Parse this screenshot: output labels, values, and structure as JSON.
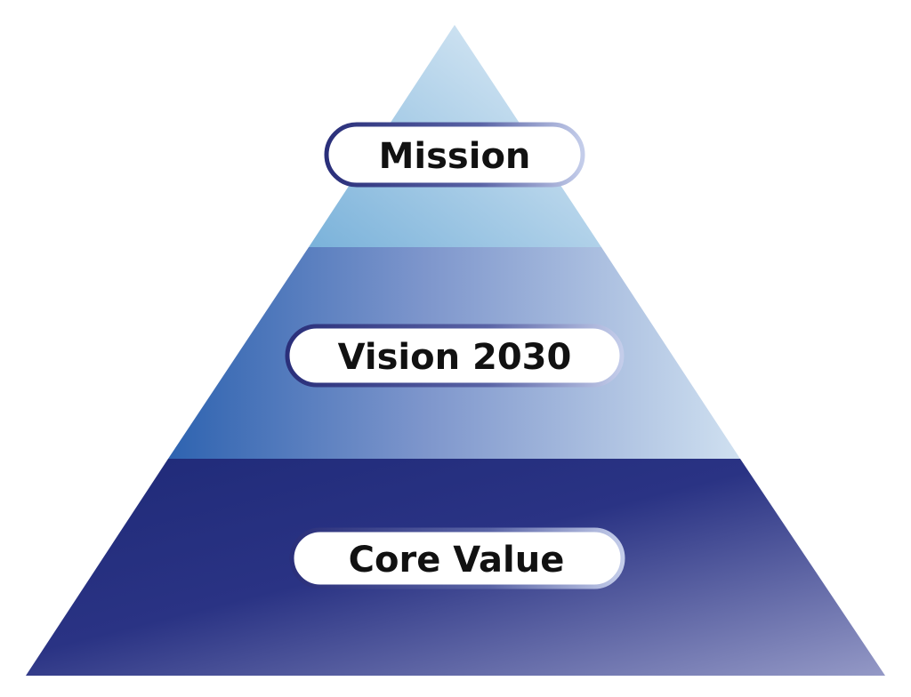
{
  "pyramid": {
    "tiers": [
      {
        "label": "Mission"
      },
      {
        "label": "Vision 2030"
      },
      {
        "label": "Core Value"
      }
    ],
    "colors": {
      "top_light": "#d8e8f4",
      "top_mid": "#7ab2da",
      "middle_left": "#2e63b0",
      "middle_right": "#c9dcef",
      "bottom_left": "#1f2a78",
      "bottom_right": "#8a8fc0",
      "label_fill": "#ffffff",
      "label_border_dark": "#2a2f7a",
      "label_border_light": "#b8c3e6"
    }
  }
}
